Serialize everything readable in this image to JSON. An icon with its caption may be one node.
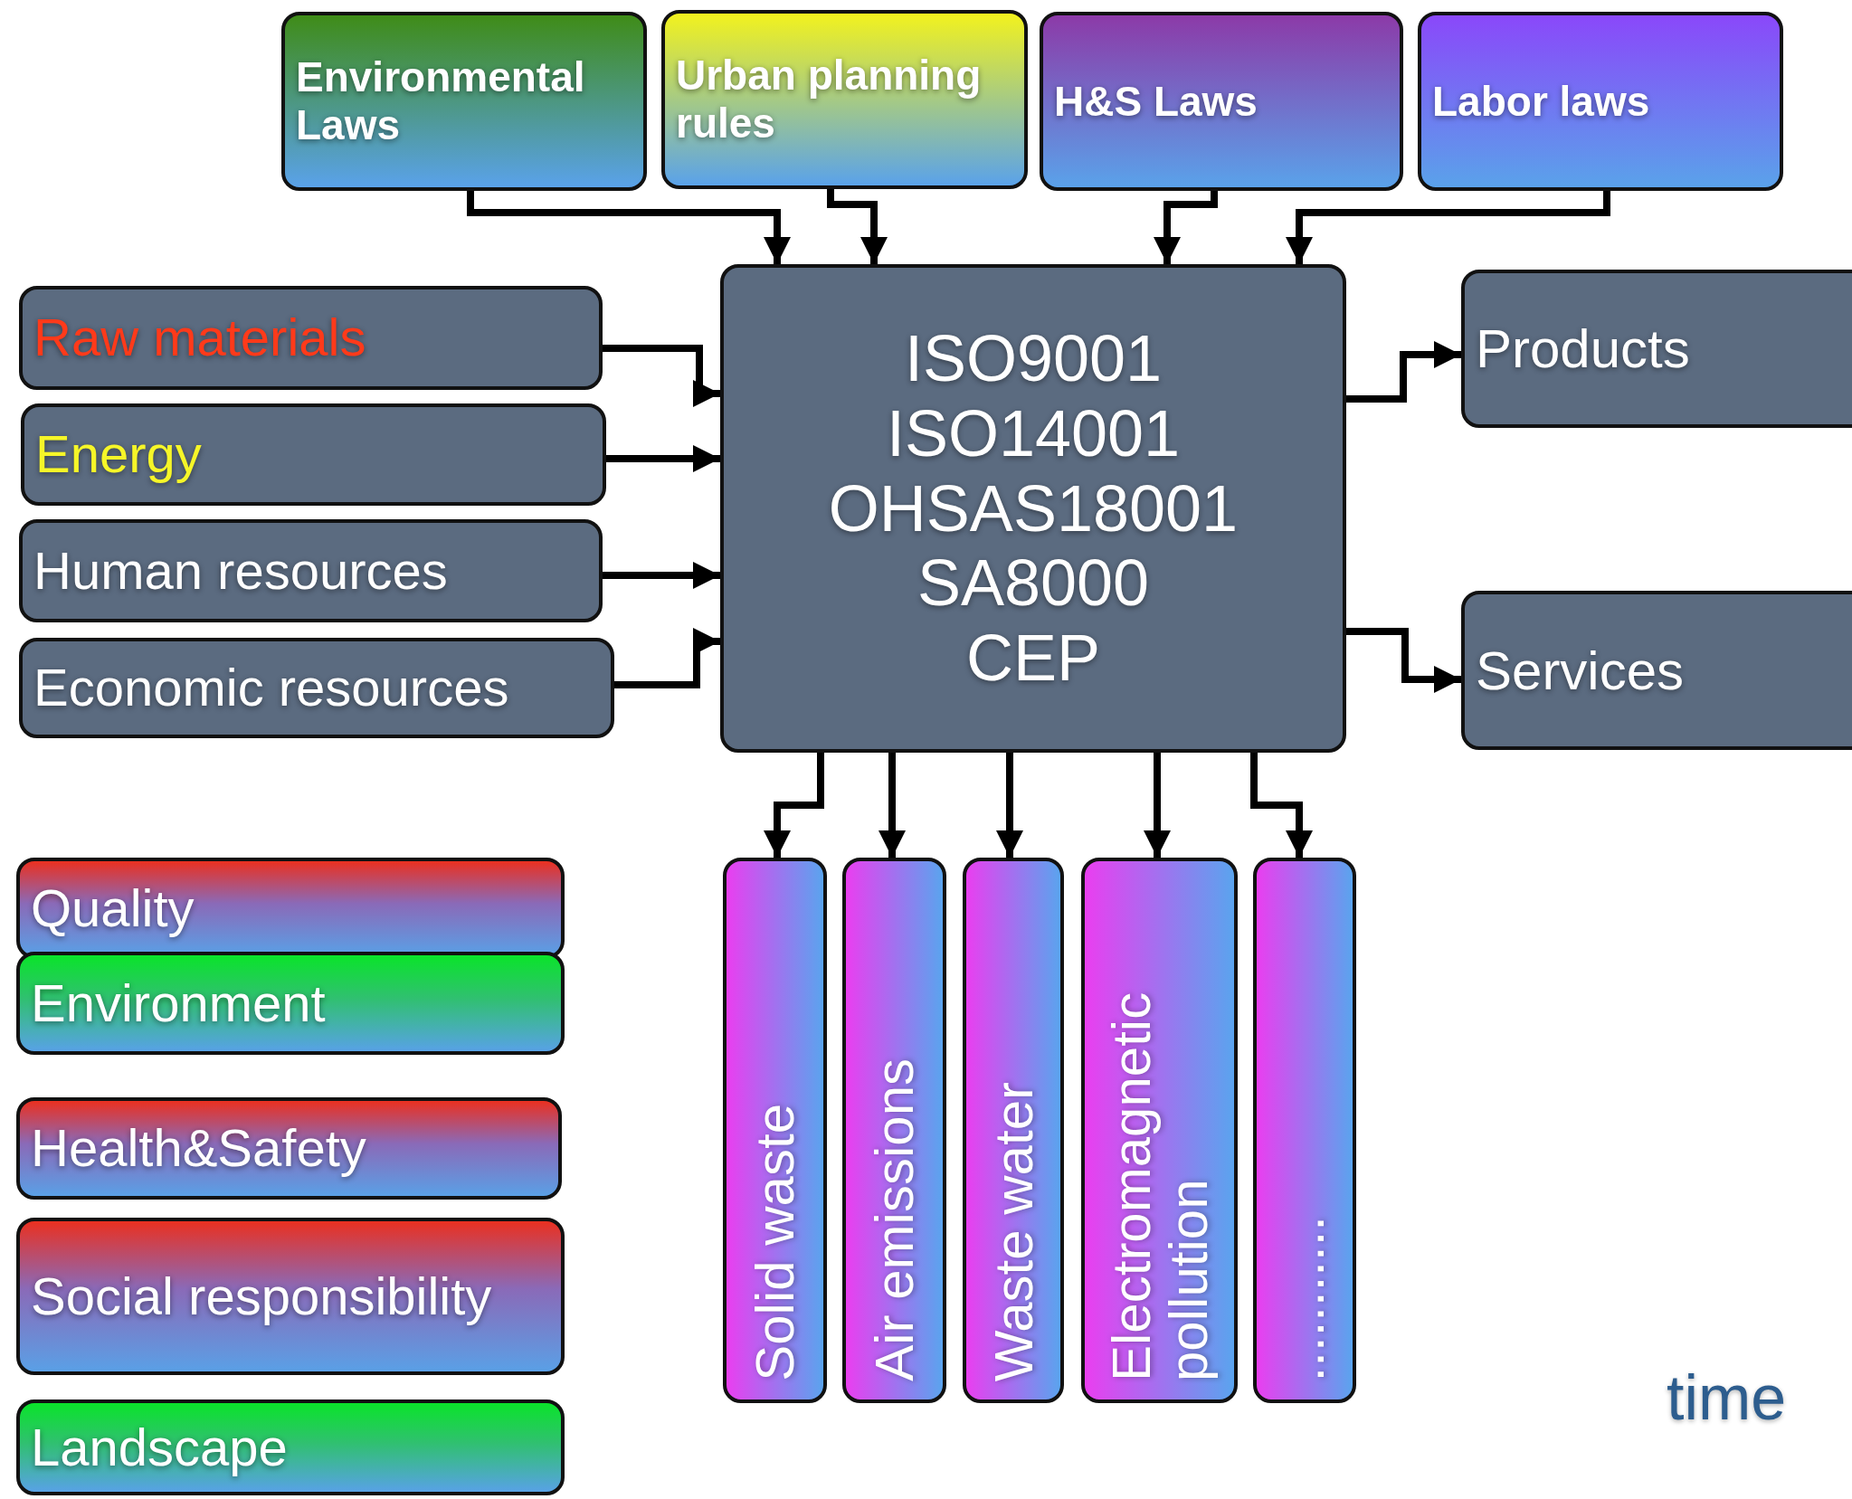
{
  "diagram": {
    "nodes": [
      {
        "text": [
          "Environmental Laws"
        ]
      },
      {
        "text": [
          "Urban planning rules"
        ]
      },
      {
        "text": [
          "H&S Laws"
        ]
      },
      {
        "text": [
          "Labor laws"
        ]
      },
      {
        "text": [
          "Raw materials"
        ]
      },
      {
        "text": [
          "Energy"
        ]
      },
      {
        "text": [
          "Human resources"
        ]
      },
      {
        "text": [
          "Economic resources"
        ]
      },
      {
        "text": [
          "ISO9001",
          "ISO14001",
          "OHSAS18001",
          "SA8000",
          "CEP"
        ]
      },
      {
        "text": [
          "Products"
        ]
      },
      {
        "text": [
          "Services"
        ]
      },
      {
        "text": [
          "Solid waste"
        ]
      },
      {
        "text": [
          "Air emissions"
        ]
      },
      {
        "text": [
          "Waste water"
        ]
      },
      {
        "text": [
          "Electromagnetic pollution"
        ]
      },
      {
        "text": [
          "..........."
        ]
      },
      {
        "text": [
          "Quality"
        ]
      },
      {
        "text": [
          "Environment"
        ]
      },
      {
        "text": [
          "Health&Safety"
        ]
      },
      {
        "text": [
          "Social responsibility"
        ]
      },
      {
        "text": [
          "Landscape"
        ]
      }
    ],
    "edges": [
      {
        "from": 0,
        "to": 8,
        "arrow": "to"
      },
      {
        "from": 1,
        "to": 8,
        "arrow": "to"
      },
      {
        "from": 2,
        "to": 8,
        "arrow": "to"
      },
      {
        "from": 3,
        "to": 8,
        "arrow": "to"
      },
      {
        "from": 4,
        "to": 8,
        "arrow": "to"
      },
      {
        "from": 5,
        "to": 8,
        "arrow": "to"
      },
      {
        "from": 6,
        "to": 8,
        "arrow": "to"
      },
      {
        "from": 7,
        "to": 8,
        "arrow": "to"
      },
      {
        "from": 8,
        "to": 9,
        "arrow": "to"
      },
      {
        "from": 8,
        "to": 10,
        "arrow": "to"
      },
      {
        "from": 8,
        "to": 11,
        "arrow": "to"
      },
      {
        "from": 8,
        "to": 12,
        "arrow": "to"
      },
      {
        "from": 8,
        "to": 13,
        "arrow": "to"
      },
      {
        "from": 8,
        "to": 14,
        "arrow": "to"
      },
      {
        "from": 8,
        "to": 15,
        "arrow": "to"
      }
    ],
    "labels": [
      "time"
    ]
  }
}
